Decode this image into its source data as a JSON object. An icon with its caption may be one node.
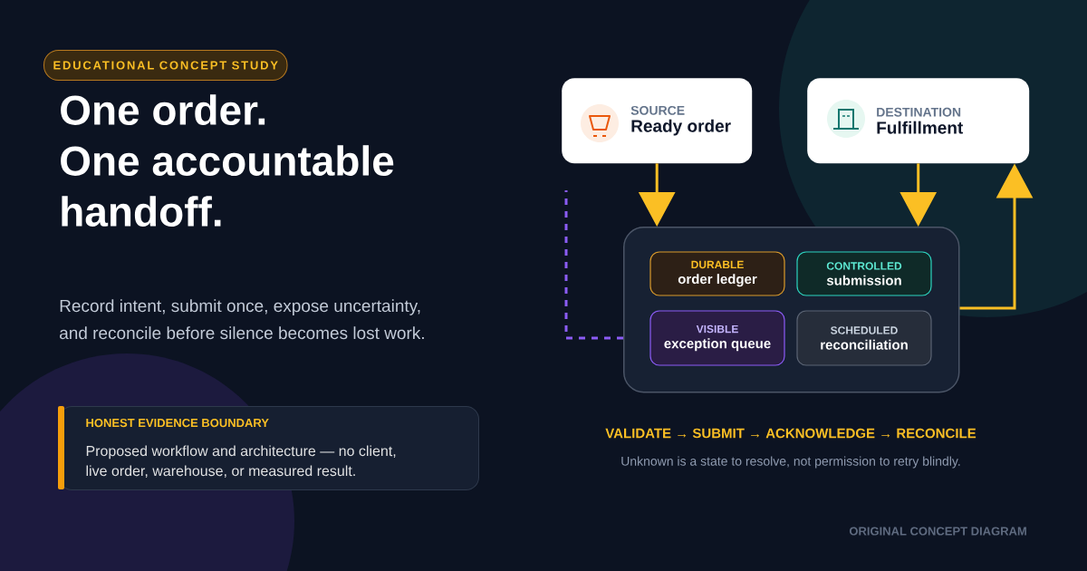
{
  "diagram": {
    "title": "One order. One accountable handoff.",
    "nodes": [
      {
        "text": [
          "EDUCATIONAL CONCEPT STUDY"
        ]
      },
      {
        "text": [
          "HONEST EVIDENCE BOUNDARY",
          "Proposed workflow and architecture — no client, live order, warehouse, or measured result."
        ]
      },
      {
        "text": [
          "SOURCE",
          "Ready order"
        ]
      },
      {
        "text": [
          "DESTINATION",
          "Fulfillment"
        ]
      },
      {
        "text": [],
        "shape": "box"
      },
      {
        "text": [
          "DURABLE",
          "order ledger"
        ],
        "in": 4
      },
      {
        "text": [
          "CONTROLLED",
          "submission"
        ],
        "in": 4
      },
      {
        "text": [
          "VISIBLE",
          "exception queue"
        ],
        "in": 4
      },
      {
        "text": [
          "SCHEDULED",
          "reconciliation"
        ],
        "in": 4
      }
    ],
    "edges": [
      {
        "from": 2,
        "to": 4,
        "arrow": "to"
      },
      {
        "from": 3,
        "to": 4,
        "arrow": "to"
      },
      {
        "from": 4,
        "to": 3,
        "arrow": "to"
      },
      {
        "from": 4,
        "to": null,
        "arrow": "none",
        "style": "dashed",
        "color": "#8b5cf6"
      }
    ],
    "labels": [
      "Record intent, submit once, expose uncertainty, and reconcile before silence becomes lost work.",
      "VALIDATE → SUBMIT → ACKNOWLEDGE → RECONCILE",
      "Unknown is a state to resolve, not permission to retry blindly.",
      "ORIGINAL CONCEPT DIAGRAM"
    ]
  }
}
